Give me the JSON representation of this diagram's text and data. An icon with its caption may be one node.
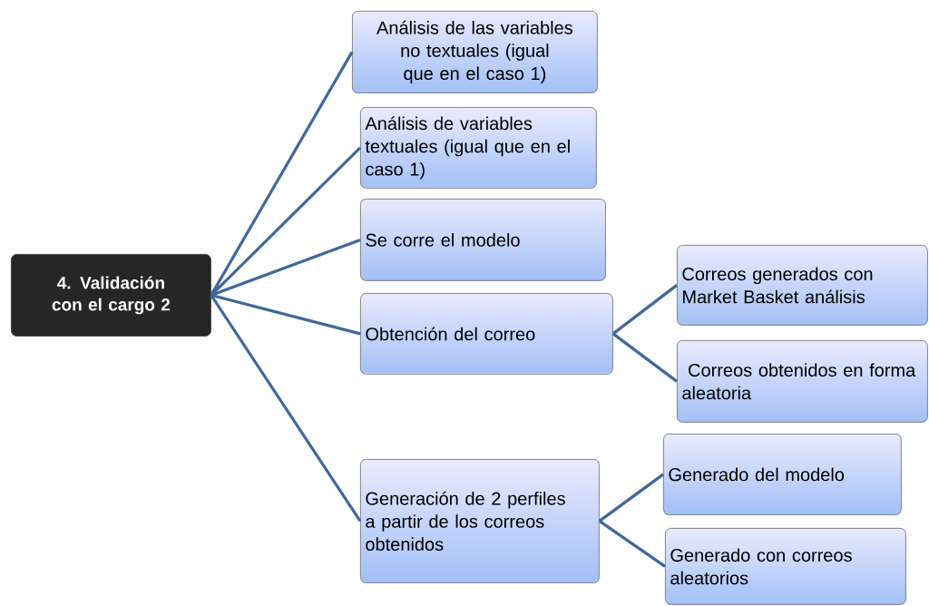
{
  "diagram": {
    "nodes": [
      {
        "text": [
          "4.  Validación con el cargo 2"
        ]
      },
      {
        "text": [
          "Análisis de las variables no textuales (igual que en el caso 1)"
        ]
      },
      {
        "text": [
          "Análisis de variables textuales (igual que en el caso 1)"
        ]
      },
      {
        "text": [
          "Se corre el modelo"
        ]
      },
      {
        "text": [
          "Obtención del correo"
        ]
      },
      {
        "text": [
          "Correos generados con Market Basket análisis"
        ]
      },
      {
        "text": [
          " Correos obtenidos en forma aleatoria"
        ]
      },
      {
        "text": [
          "Generación de 2 perfiles a partir de los correos obtenidos"
        ]
      },
      {
        "text": [
          "Generado del modelo"
        ]
      },
      {
        "text": [
          "Generado con correos aleatorios"
        ]
      }
    ],
    "edges": [
      {
        "from": 0,
        "to": 1,
        "arrow": "none"
      },
      {
        "from": 0,
        "to": 2,
        "arrow": "none"
      },
      {
        "from": 0,
        "to": 3,
        "arrow": "none"
      },
      {
        "from": 0,
        "to": 4,
        "arrow": "none"
      },
      {
        "from": 0,
        "to": 7,
        "arrow": "none"
      },
      {
        "from": 4,
        "to": 5,
        "arrow": "none"
      },
      {
        "from": 4,
        "to": 6,
        "arrow": "none"
      },
      {
        "from": 7,
        "to": 8,
        "arrow": "none"
      },
      {
        "from": 7,
        "to": 9,
        "arrow": "none"
      }
    ]
  }
}
